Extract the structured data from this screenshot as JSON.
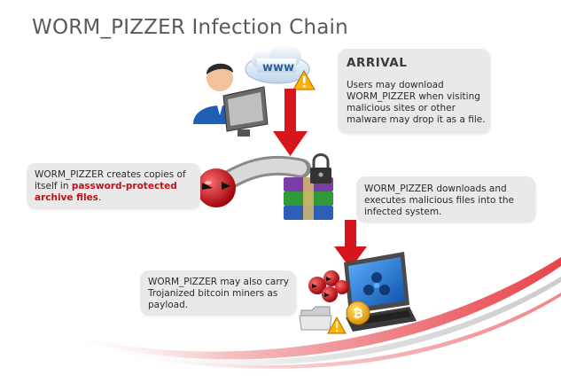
{
  "title": "WORM_PIZZER Infection Chain",
  "arrival": {
    "heading": "ARRIVAL",
    "text": "Users may download WORM_PIZZER when visiting malicious sites or other malware may drop it as a file."
  },
  "copies": {
    "text_before": "WORM_PIZZER creates copies of itself in ",
    "highlight": "password-protected archive files",
    "text_after": "."
  },
  "downloads": {
    "text": "WORM_PIZZER downloads and executes malicious files into the infected system."
  },
  "miners": {
    "text": "WORM_PIZZER may also carry Trojanized bitcoin miners as payload."
  },
  "cloud_label": "www",
  "colors": {
    "arrow": "#d8141c",
    "swoosh": "#e3222a",
    "card": "#e9e9e9",
    "highlight": "#c0121a",
    "title": "#5a5a5a"
  }
}
